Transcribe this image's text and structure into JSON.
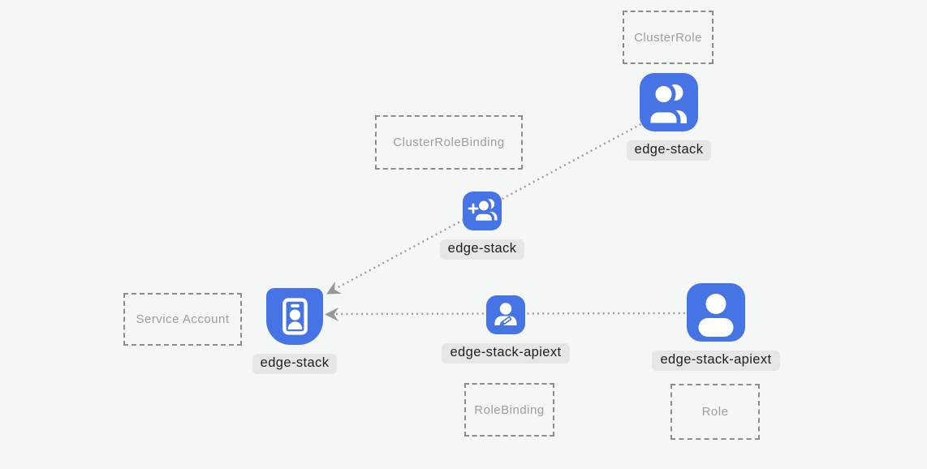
{
  "colors": {
    "background": "#f5f6f6",
    "tile_blue": "#4674e4",
    "pill_bg": "#e5e6e5",
    "pill_text": "#1e1e1e",
    "box_border": "#8b8e90",
    "box_text": "#9aa0a2",
    "line_gray": "#9c9c9c",
    "arrow_gray": "#95989b"
  },
  "kind_boxes": {
    "cluster_role": "ClusterRole",
    "cluster_role_binding": "ClusterRoleBinding",
    "service_account": "Service Account",
    "role_binding": "RoleBinding",
    "role": "Role"
  },
  "nodes": {
    "cluster_role": {
      "name": "edge-stack",
      "icon": "users-icon"
    },
    "cluster_role_binding": {
      "name": "edge-stack",
      "icon": "person-add-icon"
    },
    "service_account": {
      "name": "edge-stack",
      "icon": "id-badge-icon"
    },
    "role_binding": {
      "name": "edge-stack-apiext",
      "icon": "person-edit-icon"
    },
    "role": {
      "name": "edge-stack-apiext",
      "icon": "person-icon"
    }
  },
  "edges": [
    {
      "from": "cluster_role:edge-stack",
      "via": "cluster_role_binding:edge-stack",
      "to": "service_account:edge-stack",
      "style": "dotted-arrow"
    },
    {
      "from": "role:edge-stack-apiext",
      "via": "role_binding:edge-stack-apiext",
      "to": "service_account:edge-stack",
      "style": "dotted-arrow"
    }
  ]
}
